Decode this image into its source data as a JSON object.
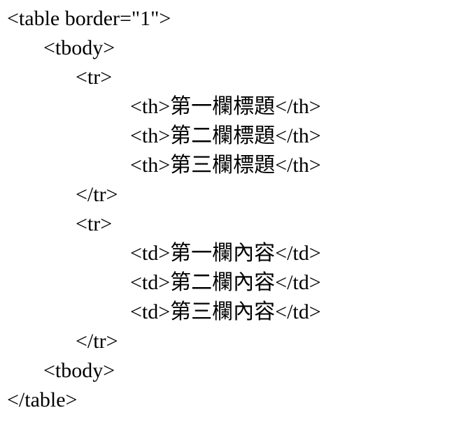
{
  "code": {
    "language": "html",
    "lines": [
      "<table border=\"1\">",
      "<tbody>",
      "<tr>",
      "<th>第一欄標題</th>",
      "<th>第二欄標題</th>",
      "<th>第三欄標題</th>",
      "</tr>",
      "<tr>",
      "<td>第一欄內容</td>",
      "<td>第二欄內容</td>",
      "<td>第三欄內容</td>",
      "</tr>",
      "<tbody>",
      "</table>"
    ]
  }
}
